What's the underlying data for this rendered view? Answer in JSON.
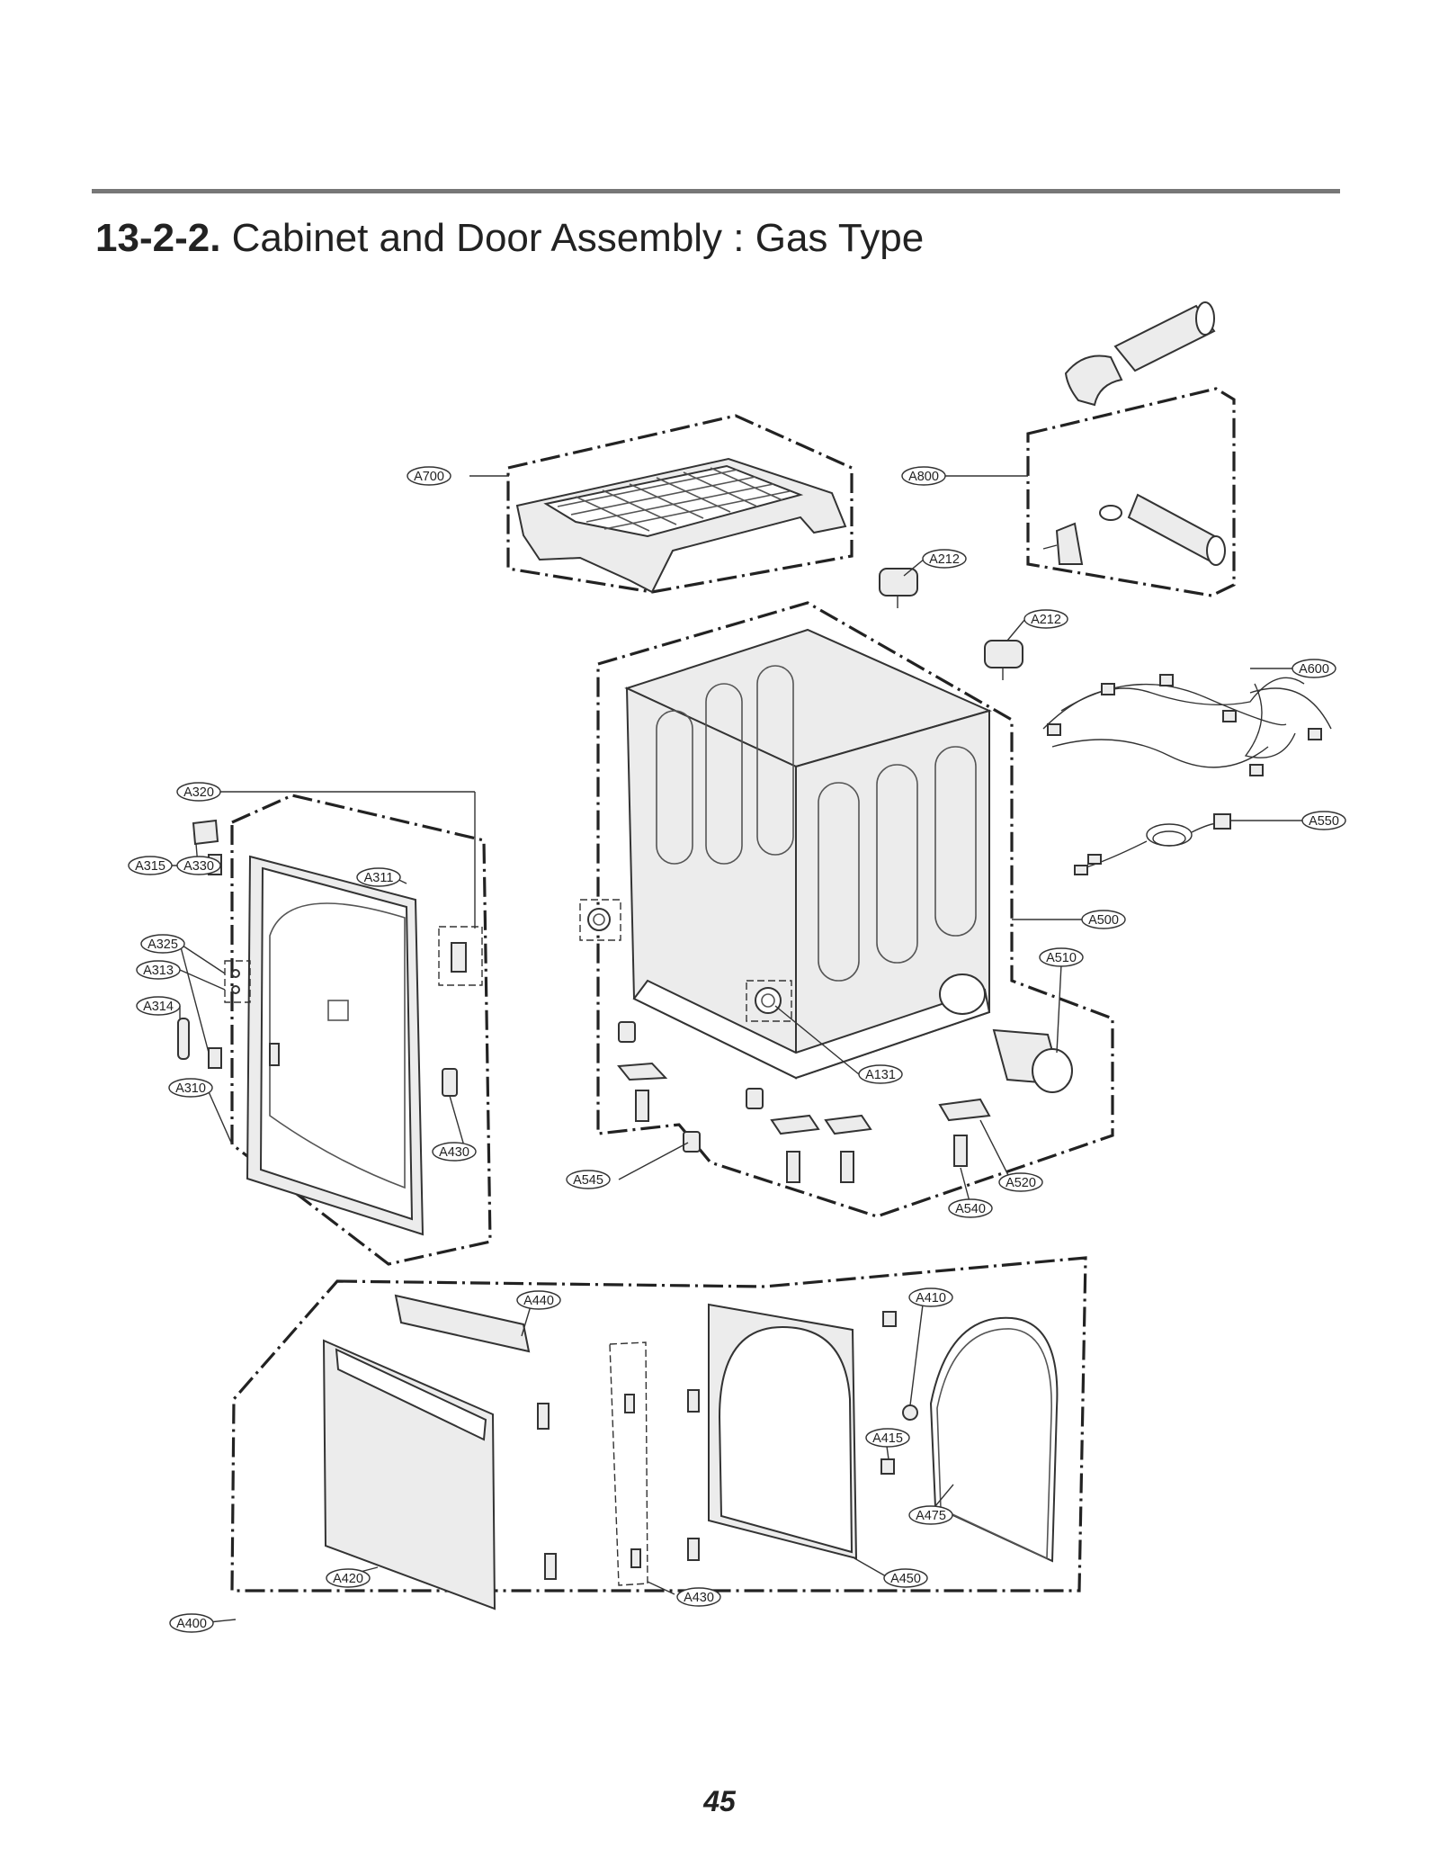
{
  "header": {
    "section_number": "13-2-2.",
    "section_title": "Cabinet and Door Assembly : Gas Type"
  },
  "footer": {
    "page_number": "45"
  },
  "callouts": {
    "A700": "A700",
    "A800": "A800",
    "A212_upper": "A212",
    "A212_lower": "A212",
    "A600": "A600",
    "A550": "A550",
    "A500": "A500",
    "A510": "A510",
    "A131": "A131",
    "A545": "A545",
    "A520": "A520",
    "A540": "A540",
    "A320": "A320",
    "A315": "A315",
    "A330": "A330",
    "A311": "A311",
    "A325": "A325",
    "A313": "A313",
    "A314": "A314",
    "A310": "A310",
    "A430_upper": "A430",
    "A440": "A440",
    "A410": "A410",
    "A415": "A415",
    "A475": "A475",
    "A420": "A420",
    "A430_lower": "A430",
    "A450": "A450",
    "A400": "A400"
  }
}
